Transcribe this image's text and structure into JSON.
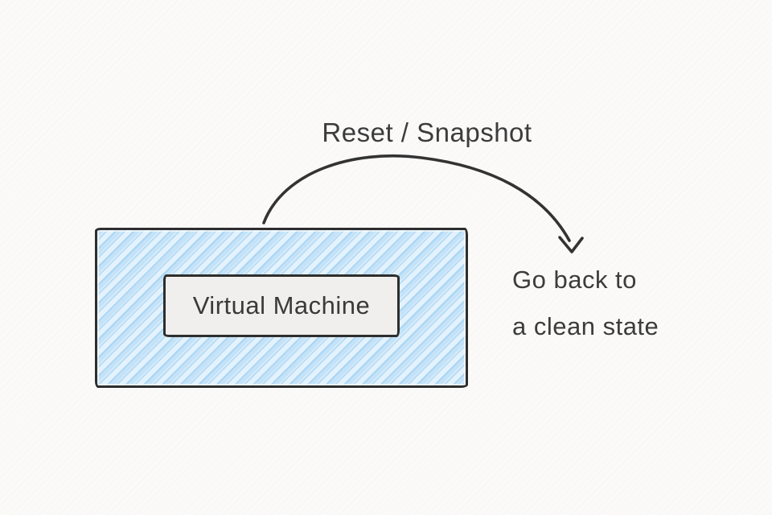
{
  "labels": {
    "arrow": "Reset / Snapshot",
    "vm": "Virtual Machine",
    "note_line1": "Go back to",
    "note_line2": "a clean state"
  },
  "colors": {
    "background": "#fbfaf9",
    "vm_box_fill": "#d3e9f9",
    "vm_box_hatch": "#a9d2ef",
    "vm_box_border": "#2e2e2e",
    "inner_box_fill": "#f0efed",
    "stroke": "#333333",
    "text": "#3c3c3c"
  }
}
